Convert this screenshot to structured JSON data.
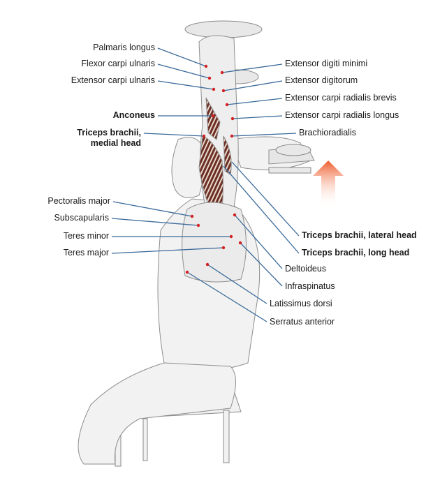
{
  "labels": {
    "palmaris_longus": "Palmaris longus",
    "flexor_carpi_ulnaris": "Flexor carpi ulnaris",
    "extensor_carpi_ulnaris": "Extensor carpi ulnaris",
    "anconeus": "Anconeus",
    "triceps_medial_1": "Triceps brachii,",
    "triceps_medial_2": "medial head",
    "extensor_digiti_minimi": "Extensor digiti minimi",
    "extensor_digitorum": "Extensor digitorum",
    "ecr_brevis": "Extensor carpi radialis brevis",
    "ecr_longus": "Extensor carpi radialis longus",
    "brachioradialis": "Brachioradialis",
    "pectoralis_major": "Pectoralis major",
    "subscapularis": "Subscapularis",
    "teres_minor": "Teres minor",
    "teres_major": "Teres major",
    "triceps_lateral": "Triceps brachii, lateral head",
    "triceps_long": "Triceps brachii, long head",
    "deltoideus": "Deltoideus",
    "infraspinatus": "Infraspinatus",
    "latissimus_dorsi": "Latissimus dorsi",
    "serratus_anterior": "Serratus anterior"
  },
  "colors": {
    "leader_line": "#3a6a9a",
    "marker": "#d42020",
    "arrow": "#f07a40",
    "muscle": "#7a3a2a"
  }
}
